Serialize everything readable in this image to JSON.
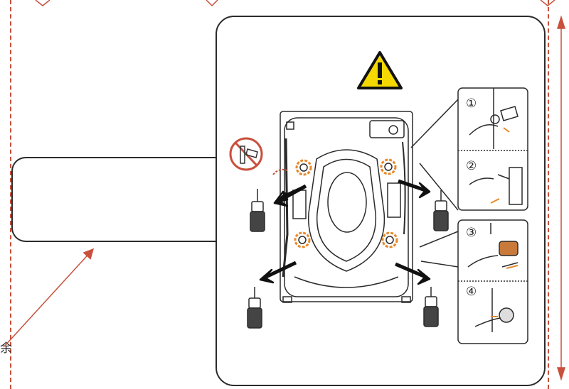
{
  "margin_note": "余",
  "steps": {
    "s1": "①",
    "s2": "②",
    "s3": "③",
    "s4": "④"
  },
  "colors": {
    "accent_red": "#c8503c",
    "warning_yellow": "#f5d800",
    "highlight_orange": "#e8892a",
    "line": "#2b2b2b"
  },
  "icons": {
    "warning": "warning-triangle-icon",
    "prohibited": "no-tool-icon"
  }
}
